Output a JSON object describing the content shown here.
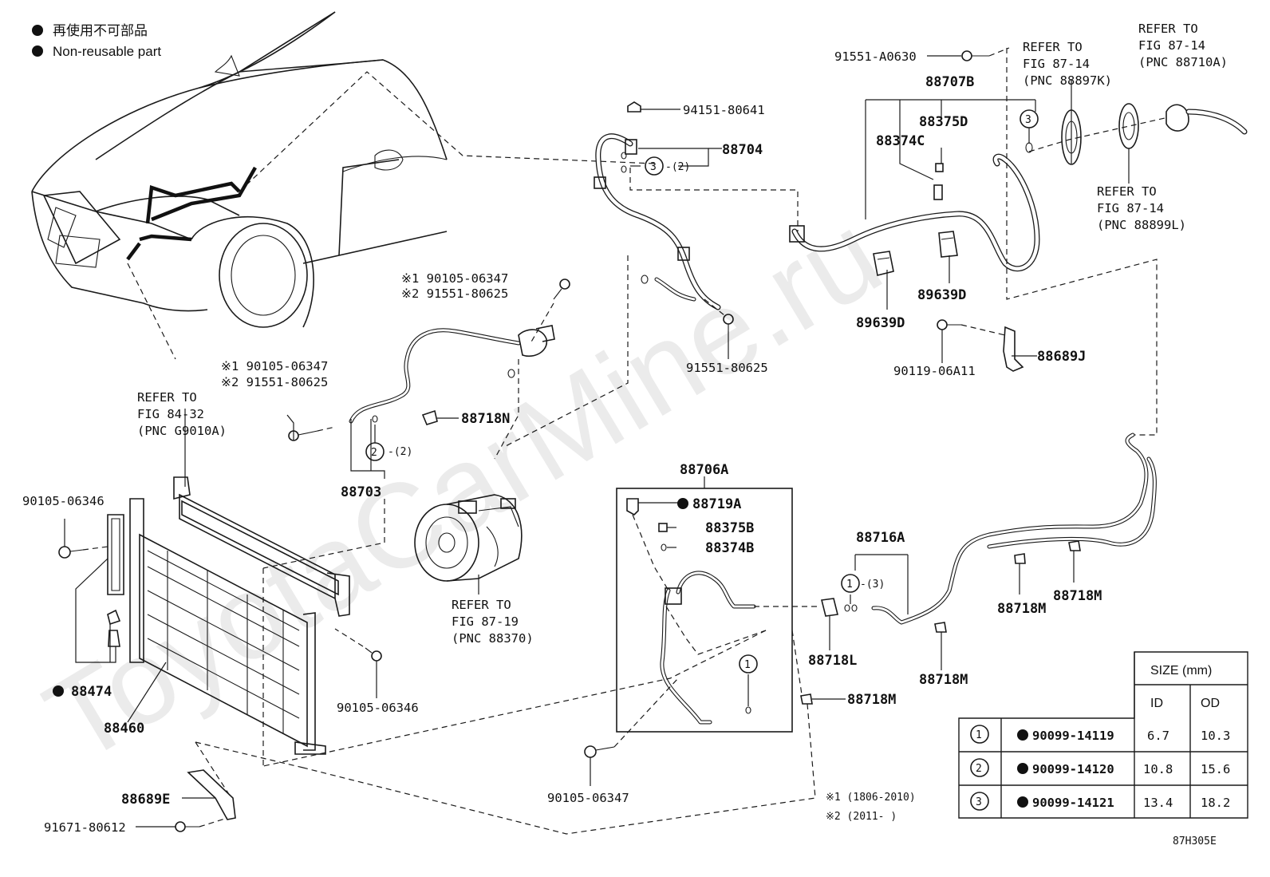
{
  "legend": {
    "line1": "再使用不可部品",
    "line2": "Non-reusable part"
  },
  "labels": {
    "p91551_a0630": "91551-A0630",
    "p88707b": "88707B",
    "p88375d": "88375D",
    "p88374c": "88374C",
    "p89639d_a": "89639D",
    "p89639d_b": "89639D",
    "p90119_06a11": "90119-06A11",
    "p88689j": "88689J",
    "p94151_80641": "94151-80641",
    "p88704": "88704",
    "p88704_qty": "-(2)",
    "p91551_80625_a": "91551-80625",
    "ast1_a": "※1 90105-06347",
    "ast2_a": "※2 91551-80625",
    "ast1_b": "※1 90105-06347",
    "ast2_b": "※2 91551-80625",
    "p88718n": "88718N",
    "p88703": "88703",
    "p88703_qty": "-(2)",
    "p90105_06346_a": "90105-06346",
    "p90105_06346_b": "90105-06346",
    "p88474": "88474",
    "p88460": "88460",
    "p88689e": "88689E",
    "p91671_80612": "91671-80612",
    "p88706a": "88706A",
    "p88719a": "88719A",
    "p88375b": "88375B",
    "p88374b": "88374B",
    "p88716a": "88716A",
    "p88716a_qty": "-(3)",
    "p88718l": "88718L",
    "p88718m_a": "88718M",
    "p88718m_b": "88718M",
    "p88718m_c": "88718M",
    "p88718m_d": "88718M",
    "p90105_06347": "90105-06347",
    "foot1": "※1 (1806-2010)",
    "foot2": "※2 (2011-     )",
    "figcode": "87H305E",
    "circ1": "1",
    "circ2": "2",
    "circ3": "3"
  },
  "refs": {
    "ref_84_32": [
      "REFER TO",
      "FIG 84-32",
      "(PNC G9010A)"
    ],
    "ref_87_19": [
      "REFER TO",
      "FIG 87-19",
      "(PNC 88370)"
    ],
    "ref_87_14_k": [
      "REFER TO",
      "FIG 87-14",
      "(PNC 88897K)"
    ],
    "ref_87_14_a": [
      "REFER TO",
      "FIG 87-14",
      "(PNC 88710A)"
    ],
    "ref_87_14_l": [
      "REFER TO",
      "FIG 87-14",
      "(PNC 88899L)"
    ]
  },
  "size_table": {
    "header": "SIZE (mm)",
    "col_id": "ID",
    "col_od": "OD",
    "rows": [
      {
        "mark": "1",
        "part": "90099-14119",
        "id": "6.7",
        "od": "10.3"
      },
      {
        "mark": "2",
        "part": "90099-14120",
        "id": "10.8",
        "od": "15.6"
      },
      {
        "mark": "3",
        "part": "90099-14121",
        "id": "13.4",
        "od": "18.2"
      }
    ]
  },
  "watermark": "ToyotaCarMine.ru"
}
